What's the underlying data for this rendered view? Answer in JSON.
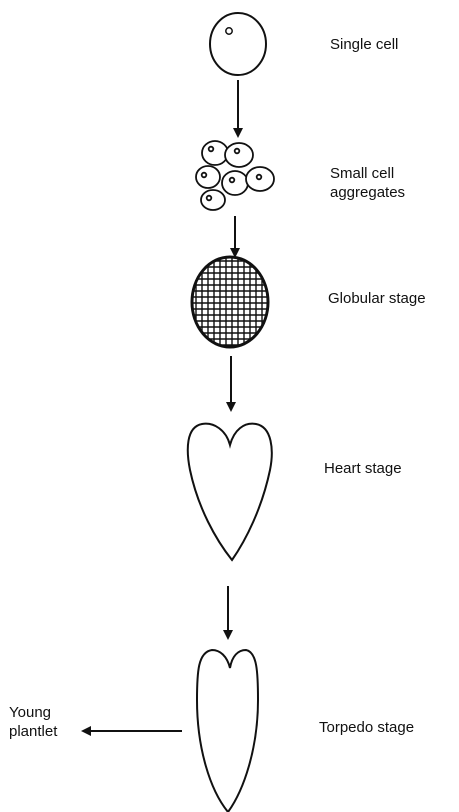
{
  "labels": {
    "single_cell": "Single cell",
    "small_cell_aggregates": "Small cell\naggregates",
    "globular_stage": "Globular stage",
    "heart_stage": "Heart stage",
    "torpedo_stage": "Torpedo stage",
    "young_plantlet": "Young\nplantlet"
  },
  "colors": {
    "ink": "#111111",
    "background": "#ffffff"
  }
}
